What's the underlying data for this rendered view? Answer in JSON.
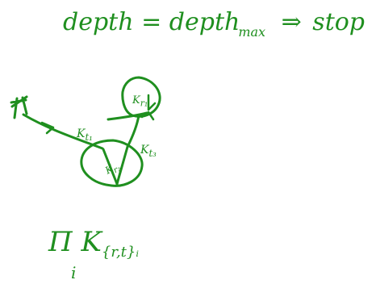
{
  "ink_color": "#1f8f1f",
  "equation": {
    "lhs": "depth",
    "equals": "=",
    "rhs": "depth",
    "rhs_sub": "max",
    "arrow": "⇒",
    "result": "stop"
  },
  "diagram": {
    "kr1_label": "K",
    "kr1_sub": "r₁",
    "kt1_label": "K",
    "kt1_sub": "t₁",
    "kr2_label": "K",
    "kr2_sub": "r₂",
    "kt3_label": "K",
    "kt3_sub": "t₃"
  },
  "product": {
    "symbol": "Π",
    "term": "K",
    "term_sub": "{r,t}ᵢ",
    "index": "i"
  }
}
